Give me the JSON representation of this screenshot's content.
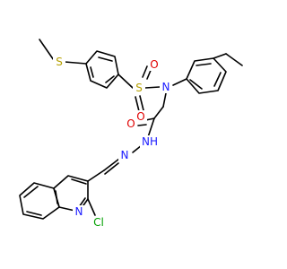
{
  "molecule": {
    "atoms": {
      "sulfide_S": {
        "symbol": "S",
        "color": "#b5a000"
      },
      "sulfonyl_S": {
        "symbol": "S",
        "color": "#b5a000"
      },
      "sulfonyl_O_left": {
        "symbol": "O",
        "color": "#e00000"
      },
      "sulfonyl_O_right": {
        "symbol": "O",
        "color": "#e00000"
      },
      "amide_N": {
        "symbol": "N",
        "color": "#1a1aff"
      },
      "carbonyl_O": {
        "symbol": "O",
        "color": "#e00000"
      },
      "NH": {
        "symbol": "NH",
        "color": "#1a1aff"
      },
      "imine_N": {
        "symbol": "N",
        "color": "#1a1aff"
      },
      "quinoline_N": {
        "symbol": "N",
        "color": "#1a1aff"
      },
      "chloro": {
        "symbol": "Cl",
        "color": "#00a000"
      }
    }
  }
}
